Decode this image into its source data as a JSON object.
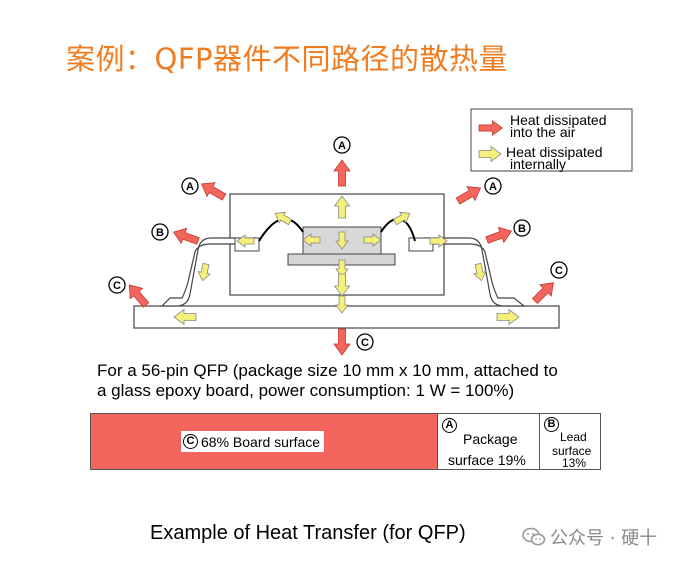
{
  "slide": {
    "title": "案例：QFP器件不同路径的散热量"
  },
  "legend": {
    "air_line1": "Heat dissipated",
    "air_line2": "into the air",
    "internal_line1": "Heat dissipated",
    "internal_line2": "internally"
  },
  "path_labels": {
    "a": "A",
    "b": "B",
    "c": "C"
  },
  "description": {
    "line1": "For a 56-pin QFP (package size 10 mm x 10 mm, attached to",
    "line2": "a glass epoxy board, power consumption: 1 W = 100%)"
  },
  "breakdown": {
    "board": {
      "letter": "C",
      "text": "68% Board surface",
      "percent": 68
    },
    "package": {
      "letter": "A",
      "line1": "Package",
      "line2": "surface 19%",
      "percent": 19
    },
    "lead": {
      "letter": "B",
      "line1": "Lead",
      "line2": "surface",
      "line3": "13%",
      "percent": 13
    }
  },
  "caption": "Example of Heat Transfer (for QFP)",
  "watermark": "公众号 · 硬十",
  "colors": {
    "title": "#f07c22",
    "air_arrow": "#f4655e",
    "internal_arrow": "#f5f07a",
    "board_fill": "#f4655e"
  }
}
